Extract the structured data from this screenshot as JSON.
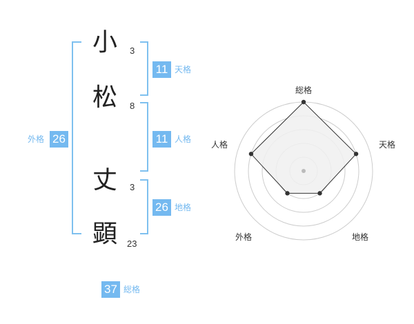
{
  "name": {
    "chars": [
      {
        "char": "小",
        "strokes": "3"
      },
      {
        "char": "松",
        "strokes": "8"
      },
      {
        "char": "丈",
        "strokes": "3"
      },
      {
        "char": "顕",
        "strokes": "23"
      }
    ]
  },
  "fortunes": {
    "tenkaku": {
      "label": "天格",
      "value": "11"
    },
    "jinkaku": {
      "label": "人格",
      "value": "11"
    },
    "chikaku": {
      "label": "地格",
      "value": "26"
    },
    "gaikaku": {
      "label": "外格",
      "value": "26"
    },
    "soukaku": {
      "label": "総格",
      "value": "37"
    }
  },
  "chart_data": {
    "type": "radar",
    "axes": [
      "総格",
      "天格",
      "地格",
      "外格",
      "人格"
    ],
    "values": [
      5,
      4,
      2,
      2,
      4
    ],
    "max": 5,
    "colors": {
      "fill": "#f0f0f0",
      "stroke": "#333333",
      "ring": "#cccccc",
      "center": "#bbbbbb"
    }
  },
  "colors": {
    "accent": "#74b9f0",
    "bracket": "#7ec0ef"
  }
}
